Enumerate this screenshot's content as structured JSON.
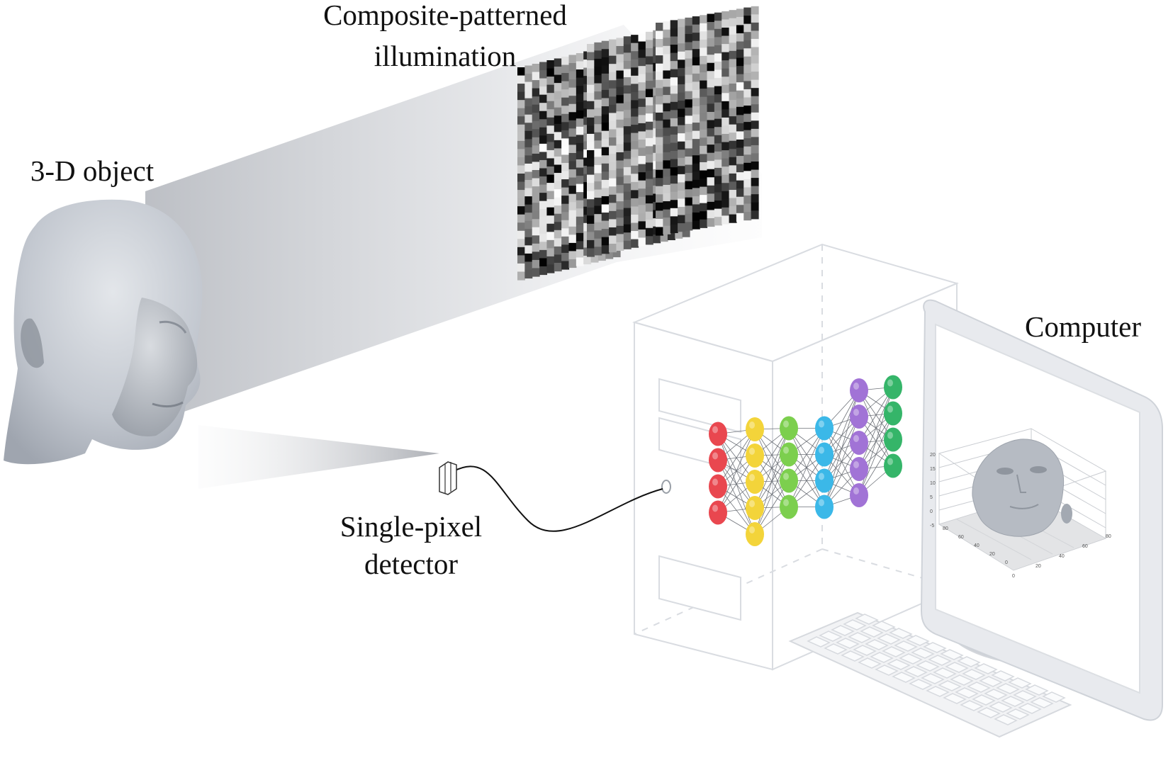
{
  "labels": {
    "illumination": [
      "Composite-patterned",
      "illumination"
    ],
    "object": "3-D object",
    "detector": [
      "Single-pixel",
      "detector"
    ],
    "computer": "Computer"
  },
  "network": {
    "layers": [
      {
        "nodes": 4,
        "color": "#e9474f"
      },
      {
        "nodes": 5,
        "color": "#f3d43a"
      },
      {
        "nodes": 4,
        "color": "#7ccf4e"
      },
      {
        "nodes": 4,
        "color": "#3bb8e8"
      },
      {
        "nodes": 5,
        "color": "#a173d6"
      },
      {
        "nodes": 4,
        "color": "#35b569"
      }
    ]
  },
  "plot": {
    "z_ticks": [
      "20",
      "15",
      "10",
      "5",
      "0",
      "-5"
    ],
    "y_ticks": [
      "80",
      "60",
      "40",
      "20",
      "0"
    ],
    "x_ticks": [
      "0",
      "20",
      "40",
      "60",
      "80"
    ]
  },
  "colors": {
    "head": "#c4c9d1",
    "beam": "#c9ccd1",
    "outline": "#d8dbe0",
    "screen_frame": "#e6e8ec"
  }
}
